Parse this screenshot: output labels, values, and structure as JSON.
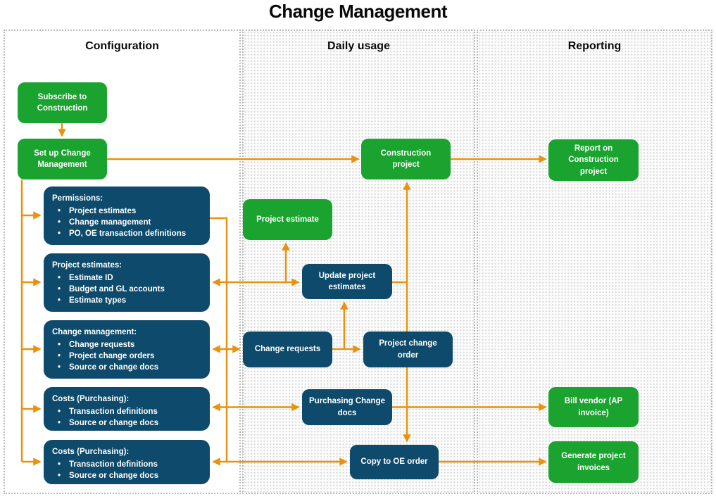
{
  "title": "Change Management",
  "columns": [
    {
      "label": "Configuration"
    },
    {
      "label": "Daily usage"
    },
    {
      "label": "Reporting"
    }
  ],
  "nodes": {
    "subscribe": {
      "label": "Subscribe to Construction"
    },
    "setup": {
      "label": "Set up Change Management"
    },
    "construction": {
      "label": "Construction project"
    },
    "report": {
      "label": "Report on Construction project"
    },
    "project_estimate": {
      "label": "Project estimate"
    },
    "update_estimates": {
      "label": "Update project estimates"
    },
    "change_requests": {
      "label": "Change requests"
    },
    "project_change_order": {
      "label": "Project change order"
    },
    "purchasing_docs": {
      "label": "Purchasing Change docs"
    },
    "copy_oe": {
      "label": "Copy to OE order"
    },
    "bill_vendor": {
      "label": "Bill vendor (AP invoice)"
    },
    "generate_invoices": {
      "label": "Generate project invoices"
    },
    "permissions": {
      "heading": "Permissions:",
      "bullets": [
        "Project estimates",
        "Change management",
        "PO, OE transaction definitions"
      ]
    },
    "proj_estimates": {
      "heading": "Project estimates:",
      "bullets": [
        "Estimate ID",
        "Budget and GL accounts",
        "Estimate types"
      ]
    },
    "change_mgmt": {
      "heading": "Change management:",
      "bullets": [
        "Change requests",
        "Project change orders",
        "Source or change docs"
      ]
    },
    "costs_1": {
      "heading": "Costs (Purchasing):",
      "bullets": [
        "Transaction definitions",
        "Source or change docs"
      ]
    },
    "costs_2": {
      "heading": "Costs (Purchasing):",
      "bullets": [
        "Transaction definitions",
        "Source or change docs"
      ]
    }
  },
  "colors": {
    "green": "#1aa32f",
    "blue": "#0d4a6b",
    "orange": "#e8930f"
  }
}
